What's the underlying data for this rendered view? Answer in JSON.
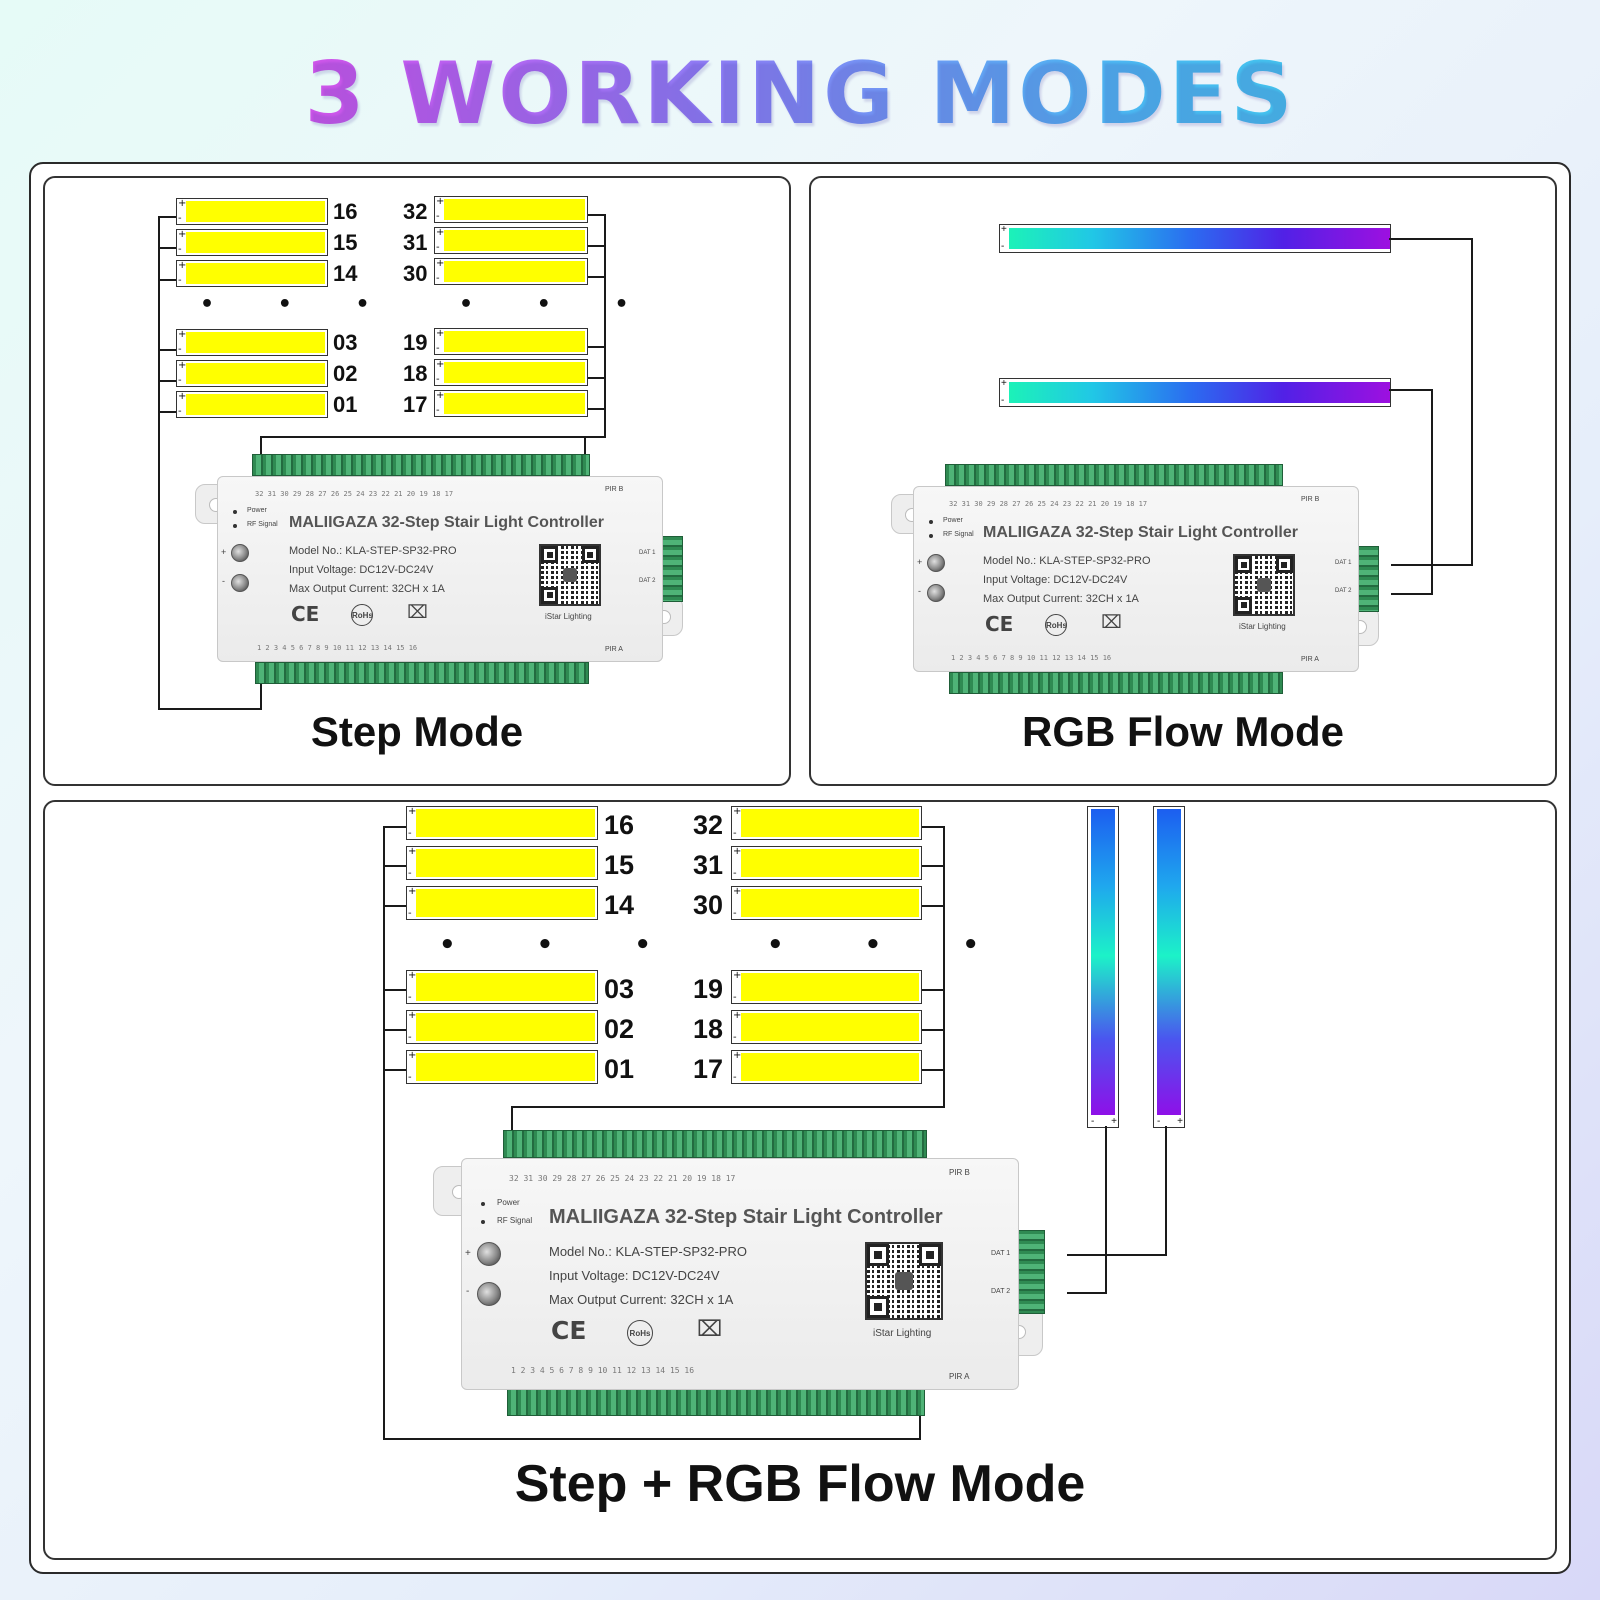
{
  "title": "3 WORKING MODES",
  "panels": {
    "step": {
      "caption": "Step Mode"
    },
    "rgb": {
      "caption": "RGB Flow Mode"
    },
    "combo": {
      "caption": "Step + RGB Flow Mode"
    }
  },
  "step_numbers": {
    "left": [
      "16",
      "15",
      "14",
      "03",
      "02",
      "01"
    ],
    "right": [
      "32",
      "31",
      "30",
      "19",
      "18",
      "17"
    ]
  },
  "ellipsis": "• • •",
  "strip_marks": {
    "plus": "+",
    "minus": "-"
  },
  "controller": {
    "brand": "MALIIGAZA 32-Step Stair Light Controller",
    "model": "Model No.: KLA-STEP-SP32-PRO",
    "voltage": "Input Voltage: DC12V-DC24V",
    "current": "Max Output Current: 32CH x 1A",
    "maker": "iStar Lighting",
    "power": "Power",
    "rf_signal": "RF Signal",
    "pir_a": "PIR A",
    "pir_b": "PIR B",
    "dat1": "DAT 1",
    "dat2": "DAT 2",
    "ce": "CE",
    "rohs": "RoHs",
    "weee": "⌧",
    "knob_plus": "+",
    "knob_minus": "-",
    "ticks_top": "32  31  30  29  28  27  26  25  24  23  22  21  20  19  18  17",
    "ticks_bottom": "1   2   3   4   5   6   7   8   9   10  11  12  13  14  15  16"
  },
  "colors": {
    "strip_yellow": "#ffff00",
    "terminal_green": "#2f8a52",
    "title_gradient": [
      "#f23fd0",
      "#8d7ef5",
      "#35d6e6"
    ]
  }
}
